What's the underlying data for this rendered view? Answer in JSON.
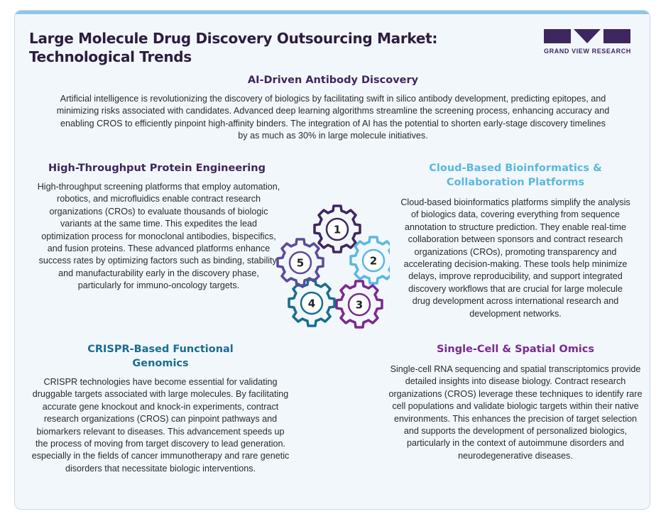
{
  "title": {
    "line1": "Large Molecule Drug Discovery Outsourcing Market:",
    "line2": "Technological Trends"
  },
  "logo": {
    "text": "GRAND VIEW RESEARCH"
  },
  "sections": {
    "ai": {
      "heading": "AI-Driven Antibody Discovery",
      "body": "Artificial intelligence is revolutionizing the discovery of biologics by facilitating swift in silico antibody development, predicting epitopes, and minimizing risks associated with candidates. Advanced deep learning algorithms streamline the screening process, enhancing accuracy and enabling CROS to efficiently pinpoint high-affinity binders. The integration of AI has the potential to shorten early-stage discovery timelines by as much as 30% in large molecule initiatives."
    },
    "htp": {
      "heading": "High-Throughput Protein Engineering",
      "body": "High-throughput screening platforms that employ automation, robotics, and microfluidics enable contract research organizations (CROs) to evaluate thousands of biologic variants at the same time. This expedites the lead optimization process for monoclonal antibodies, bispecifics, and fusion proteins. These advanced platforms enhance success rates by optimizing factors such as binding, stability, and manufacturability early in the discovery phase, particularly for immuno-oncology targets."
    },
    "cloud": {
      "heading": "Cloud-Based Bioinformatics & Collaboration Platforms",
      "body": "Cloud-based bioinformatics platforms simplify the analysis of biologics data, covering everything from sequence annotation to structure prediction. They enable real-time collaboration between sponsors and contract research organizations (CROs), promoting transparency and accelerating decision-making. These tools help minimize delays, improve reproducibility, and support integrated discovery workflows that are crucial for large molecule drug development across international research and development networks."
    },
    "crispr": {
      "heading": "CRISPR-Based Functional Genomics",
      "body": "CRISPR technologies have become essential for validating druggable targets associated with large molecules. By facilitating accurate gene knockout and knock-in experiments, contract research organizations (CROS) can pinpoint pathways and biomarkers relevant to diseases. This advancement speeds up the process of moving from target discovery to lead generation. especially in the fields of cancer immunotherapy and rare genetic disorders that necessitate biologic interventions."
    },
    "single": {
      "heading": "Single-Cell & Spatial Omics",
      "body": "Single-cell RNA sequencing and spatial transcriptomics provide detailed insights into disease biology. Contract research organizations (CROS) leverage these techniques to identify rare cell populations and validate biologic targets within their native environments. This enhances the precision of target selection and supports the development of personalized biologics, particularly in the context of autoimmune disorders and neurodegenerative diseases."
    }
  },
  "gears": [
    {
      "label": "1",
      "color": "#3e2660"
    },
    {
      "label": "2",
      "color": "#5ab8e0"
    },
    {
      "label": "3",
      "color": "#7b2a8e"
    },
    {
      "label": "4",
      "color": "#1a6d8f"
    },
    {
      "label": "5",
      "color": "#5b4a9a"
    }
  ]
}
